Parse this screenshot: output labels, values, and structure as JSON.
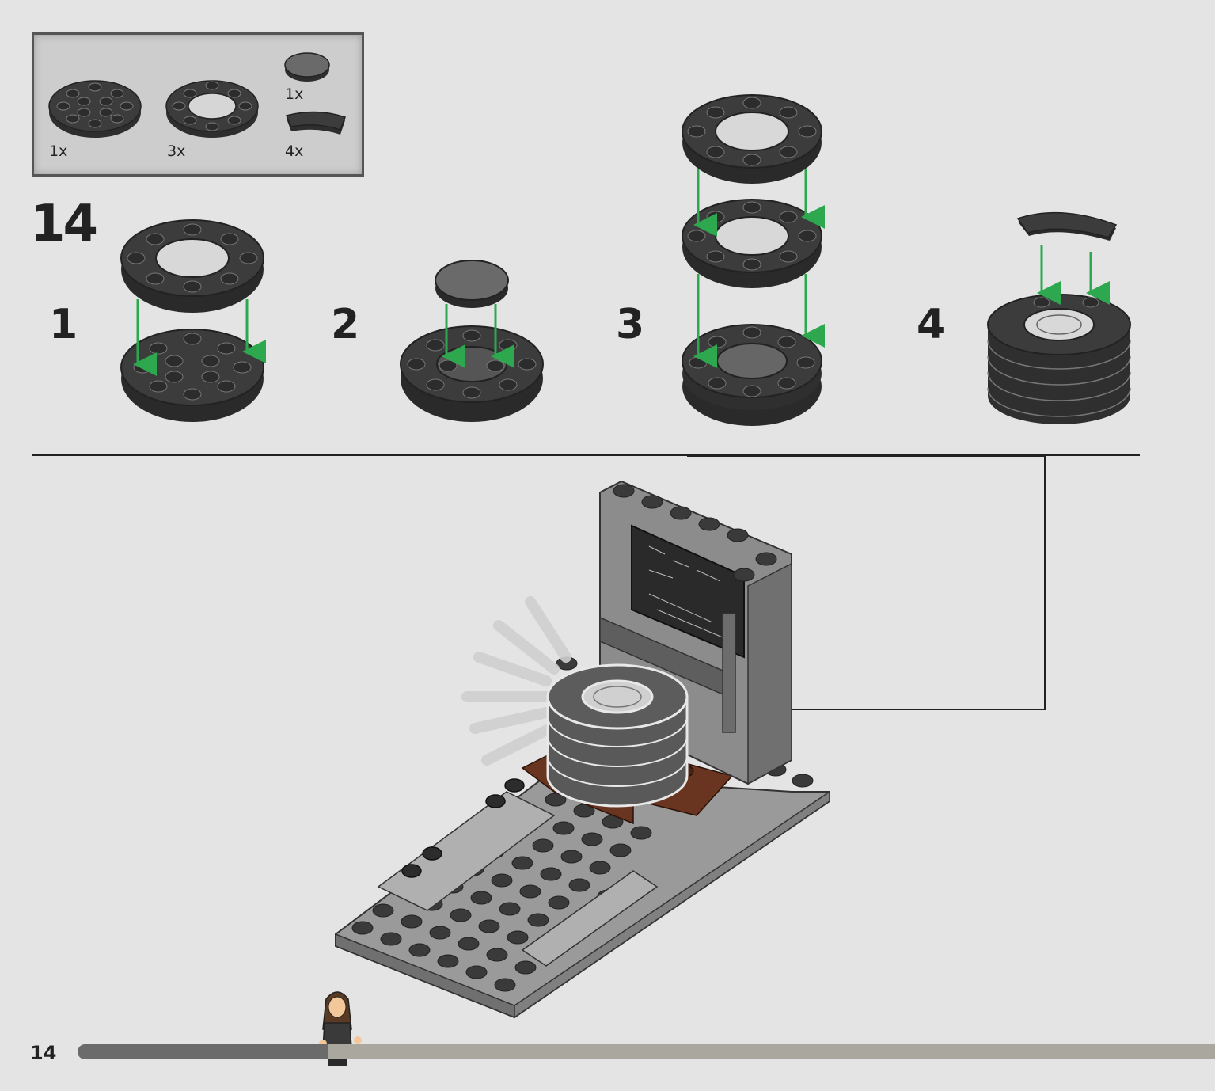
{
  "step": {
    "number": "14"
  },
  "parts_list": [
    {
      "name": "round-plate-4x4-studs",
      "qty": "1x"
    },
    {
      "name": "round-plate-4x4-with-hole",
      "qty": "3x"
    },
    {
      "name": "round-tile-2x2",
      "qty": "1x"
    },
    {
      "name": "curved-tile-quarter-round",
      "qty": "4x"
    }
  ],
  "substeps": [
    "1",
    "2",
    "3",
    "4"
  ],
  "page": {
    "number": "14",
    "progress": 0.22
  },
  "colors": {
    "background": "#e4e4e4",
    "brick_dark": "#3a3a3a",
    "brick_mid": "#5a5a5a",
    "brick_light": "#9a9a9a",
    "arrow_green": "#2ea84e",
    "reddish_brown": "#6a3520"
  }
}
